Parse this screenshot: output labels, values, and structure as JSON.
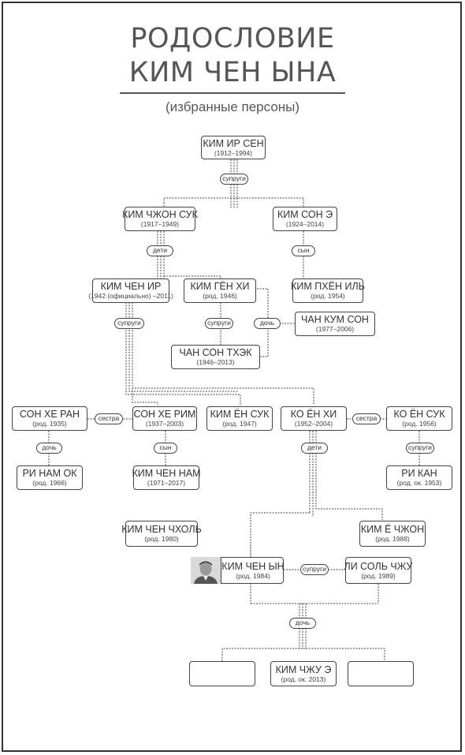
{
  "header": {
    "title_line1": "РОДОСЛОВИЕ",
    "title_line2": "КИМ ЧЕН ЫНА",
    "subtitle": "(избранные персоны)"
  },
  "people": {
    "kim_il_sung": {
      "name": "КИМ ИР СЕН",
      "years": "(1912–1994)"
    },
    "kim_jong_suk": {
      "name": "КИМ ЧЖОН СУК",
      "years": "(1917–1949)"
    },
    "kim_song_ae": {
      "name": "КИМ СОН Э",
      "years": "(1924–2014)"
    },
    "kim_jong_il": {
      "name": "КИМ ЧЕН ИР",
      "years": "(1942 (официально) –2011)"
    },
    "kim_kyong_hui": {
      "name": "КИМ ГЁН ХИ",
      "years": "(род. 1946)"
    },
    "kim_pyong_il": {
      "name": "КИМ ПХЁН ИЛЬ",
      "years": "(род. 1954)"
    },
    "jang_kum_song": {
      "name": "ЧАН КУМ СОН",
      "years": "(1977–2006)"
    },
    "jang_song_thaek": {
      "name": "ЧАН СОН ТХЭК",
      "years": "(1946–2013)"
    },
    "song_hye_rang": {
      "name": "СОН ХЕ РАН",
      "years": "(род. 1935)"
    },
    "song_hye_rim": {
      "name": "СОН ХЕ РИМ",
      "years": "(1937–2003)"
    },
    "kim_young_suk": {
      "name": "КИМ ЁН СУК",
      "years": "(род. 1947)"
    },
    "ko_yong_hui": {
      "name": "КО ЁН ХИ",
      "years": "(1952–2004)"
    },
    "ko_yong_suk": {
      "name": "КО ЁН СУК",
      "years": "(род. 1956)"
    },
    "ri_nam_ok": {
      "name": "РИ НАМ ОК",
      "years": "(род. 1966)"
    },
    "kim_jong_nam": {
      "name": "КИМ ЧЕН НАМ",
      "years": "(1971–2017)"
    },
    "ri_kang": {
      "name": "РИ КАН",
      "years": "(род. ок. 1953)"
    },
    "kim_jong_chol": {
      "name": "КИМ ЧЕН ЧХОЛЬ",
      "years": "(род. 1980)"
    },
    "kim_yo_jong": {
      "name": "КИМ Ё ЧЖОН",
      "years": "(род. 1988)"
    },
    "kim_jong_un": {
      "name": "КИМ ЧЕН ЫН",
      "years": "(род. 1984)"
    },
    "ri_sol_ju": {
      "name": "ЛИ СОЛЬ ЧЖУ",
      "years": "(род. 1989)"
    },
    "kim_ju_ae": {
      "name": "КИМ ЧЖУ Э",
      "years": "(род. ок. 2013)"
    }
  },
  "relations": {
    "spouses_1": "супруги",
    "children_1": "дети",
    "son_1": "сын",
    "spouses_2": "супруги",
    "daughter_1": "дочь",
    "sister_1": "сестра",
    "sister_2": "сестра",
    "daughter_2": "дочь",
    "son_2": "сын",
    "children_2": "дети",
    "spouses_3": "супруги",
    "spouses_4": "супруги",
    "daughter_3": "дочь"
  }
}
